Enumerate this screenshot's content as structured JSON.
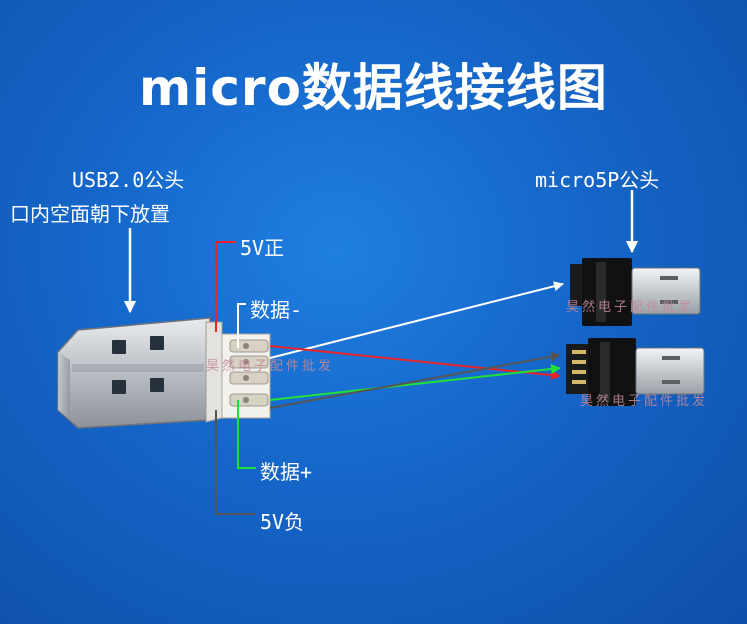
{
  "title": "micro数据线接线图",
  "usb": {
    "label_line1": "USB2.0公头",
    "label_line2": "口内空面朝下放置"
  },
  "micro": {
    "label": "micro5P公头"
  },
  "wires": {
    "vplus": "5V正",
    "dminus": "数据-",
    "dplus": "数据+",
    "vminus": "5V负"
  },
  "watermark": "昊然电子配件批发",
  "colors": {
    "background": "#1565c8",
    "vplus": "#e8242a",
    "dminus": "#ffffff",
    "dplus": "#22e03a",
    "vminus": "#555555"
  }
}
